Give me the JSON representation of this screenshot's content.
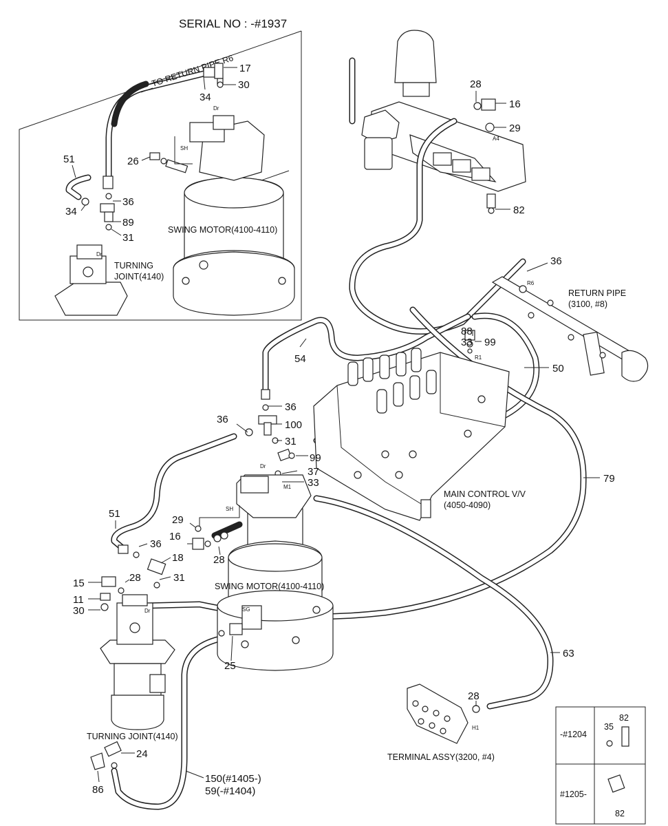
{
  "serial_title": "SERIAL NO : -#1937",
  "return_pipe_note": "TO RETURN PIPE R6",
  "components": {
    "swing_motor_top": "SWING MOTOR(4100-4110)",
    "turning_joint_top_1": "TURNING",
    "turning_joint_top_2": "JOINT(4140)",
    "return_pipe_1": "RETURN PIPE",
    "return_pipe_2": "(3100, #8)",
    "main_cv_1": "MAIN CONTROL V/V",
    "main_cv_2": "(4050-4090)",
    "swing_motor_main": "SWING MOTOR(4100-4110)",
    "turning_joint_main": "TURNING JOINT(4140)",
    "terminal_assy": "TERMINAL ASSY(3200, #4)"
  },
  "port_marks": [
    "Dr",
    "SH",
    "Dr",
    "A4",
    "R6",
    "R1",
    "Dr",
    "M1",
    "SH",
    "SG",
    "Dr",
    "H1"
  ],
  "callouts": {
    "c17": "17",
    "c30a": "30",
    "c34a": "34",
    "c26": "26",
    "c51a": "51",
    "c34b": "34",
    "c36a": "36",
    "c89": "89",
    "c31a": "31",
    "c28a": "28",
    "c16a": "16",
    "c29a": "29",
    "c82": "82",
    "c36b": "36",
    "c88": "88",
    "c33a": "33",
    "c99a": "99",
    "c54": "54",
    "c50": "50",
    "c36c": "36",
    "c36d": "36",
    "c100": "100",
    "c31b": "31",
    "c99b": "99",
    "c37": "37",
    "c33b": "33",
    "c79": "79",
    "c51b": "51",
    "c29b": "29",
    "c36e": "36",
    "c16b": "16",
    "c28b": "28",
    "c18": "18",
    "c15": "15",
    "c28c": "28",
    "c31c": "31",
    "c11": "11",
    "c30b": "30",
    "c25": "25",
    "c63": "63",
    "c28d": "28",
    "c24": "24",
    "c86": "86",
    "c150": "150(#1405-)",
    "c59": "59(-#1404)"
  },
  "legend": {
    "row1_label": "-#1204",
    "row1_part_a": "35",
    "row1_part_b": "82",
    "row2_label": "#1205-",
    "row2_part": "82"
  }
}
